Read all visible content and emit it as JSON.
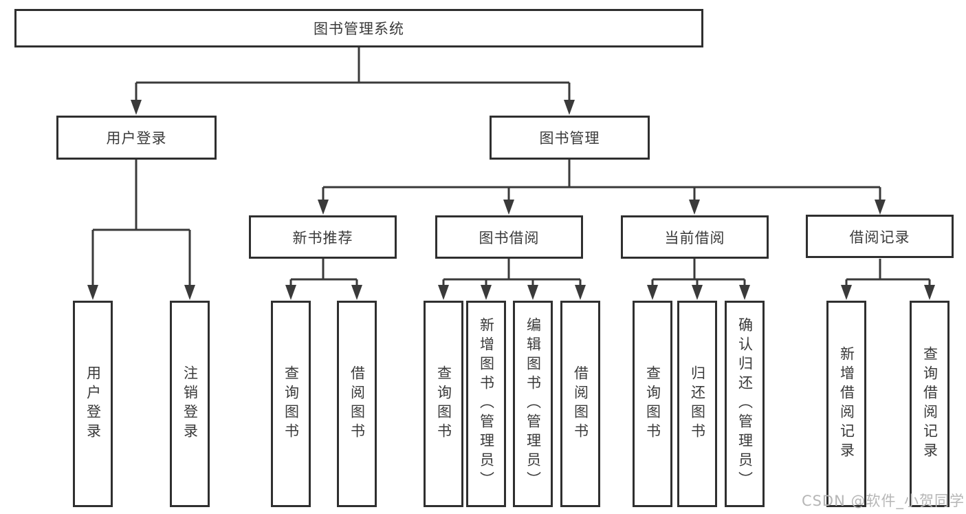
{
  "colors": {
    "background": "#ffffff",
    "box_border": "#2f2f2f",
    "connector_line": "#3a3a3a",
    "text": "#3a3a3a",
    "watermark_text": "#b6b6b6"
  },
  "watermark": {
    "text": "CSDN @软件_小贺同学"
  },
  "diagram": {
    "nodes": {
      "root": {
        "label": "图书管理系统"
      },
      "user_login": {
        "label": "用户登录"
      },
      "book_mgmt": {
        "label": "图书管理"
      },
      "new_book_rec": {
        "label": "新书推荐"
      },
      "book_borrow": {
        "label": "图书借阅"
      },
      "current_borrow": {
        "label": "当前借阅"
      },
      "borrow_records": {
        "label": "借阅记录"
      },
      "leaf_user_login": {
        "label": "用户登录"
      },
      "leaf_logout": {
        "label": "注销登录"
      },
      "leaf_query_book_1": {
        "label": "查询图书"
      },
      "leaf_borrow_book_1": {
        "label": "借阅图书"
      },
      "leaf_query_book_2": {
        "label": "查询图书"
      },
      "leaf_add_book": {
        "label": "新增图书（管理员）"
      },
      "leaf_edit_book": {
        "label": "编辑图书（管理员）"
      },
      "leaf_borrow_book_2": {
        "label": "借阅图书"
      },
      "leaf_query_book_3": {
        "label": "查询图书"
      },
      "leaf_return_book": {
        "label": "归还图书"
      },
      "leaf_confirm_return": {
        "label": "确认归还（管理员）"
      },
      "leaf_add_borrow_record": {
        "label": "新增借阅记录"
      },
      "leaf_query_borrow_record": {
        "label": "查询借阅记录"
      }
    },
    "hierarchy": [
      {
        "parent": "图书管理系统",
        "children": [
          "用户登录",
          "图书管理"
        ]
      },
      {
        "parent": "用户登录",
        "children": [
          "用户登录",
          "注销登录"
        ]
      },
      {
        "parent": "图书管理",
        "children": [
          "新书推荐",
          "图书借阅",
          "当前借阅",
          "借阅记录"
        ]
      },
      {
        "parent": "新书推荐",
        "children": [
          "查询图书",
          "借阅图书"
        ]
      },
      {
        "parent": "图书借阅",
        "children": [
          "查询图书",
          "新增图书（管理员）",
          "编辑图书（管理员）",
          "借阅图书"
        ]
      },
      {
        "parent": "当前借阅",
        "children": [
          "查询图书",
          "归还图书",
          "确认归还（管理员）"
        ]
      },
      {
        "parent": "借阅记录",
        "children": [
          "新增借阅记录",
          "查询借阅记录"
        ]
      }
    ]
  }
}
